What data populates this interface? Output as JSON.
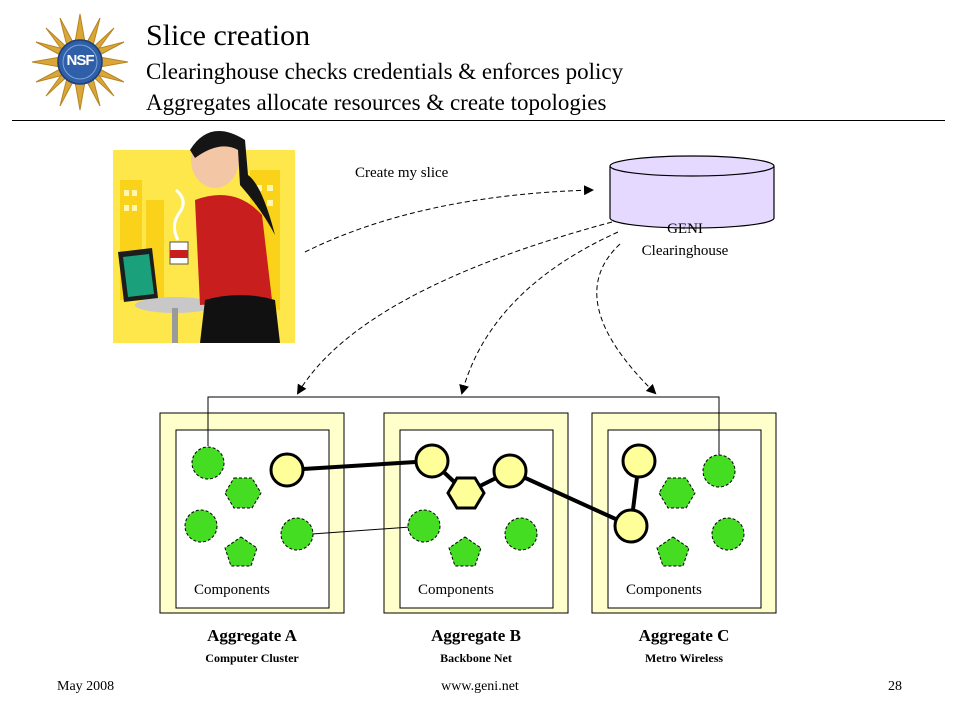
{
  "header": {
    "title": "Slice creation",
    "subtitle_lines": [
      "Clearinghouse checks credentials & enforces policy",
      "Aggregates allocate resources & create topologies"
    ],
    "logo_text": "NSF"
  },
  "diagram": {
    "request_label": "Create my slice",
    "clearinghouse": {
      "line1": "GENI",
      "line2": "Clearinghouse"
    },
    "aggregates": [
      {
        "name": "Aggregate A",
        "description": "Computer Cluster",
        "components_label": "Components"
      },
      {
        "name": "Aggregate B",
        "description": "Backbone Net",
        "components_label": "Components"
      },
      {
        "name": "Aggregate C",
        "description": "Metro Wireless",
        "components_label": "Components"
      }
    ],
    "colors": {
      "aggregate_fill": "#ffffcc",
      "component_green": "#44dd22",
      "slice_node_yellow": "#ffff99",
      "clearinghouse_fill": "#e5d9ff"
    }
  },
  "footer": {
    "date": "May 2008",
    "url": "www.geni.net",
    "page": "28"
  }
}
